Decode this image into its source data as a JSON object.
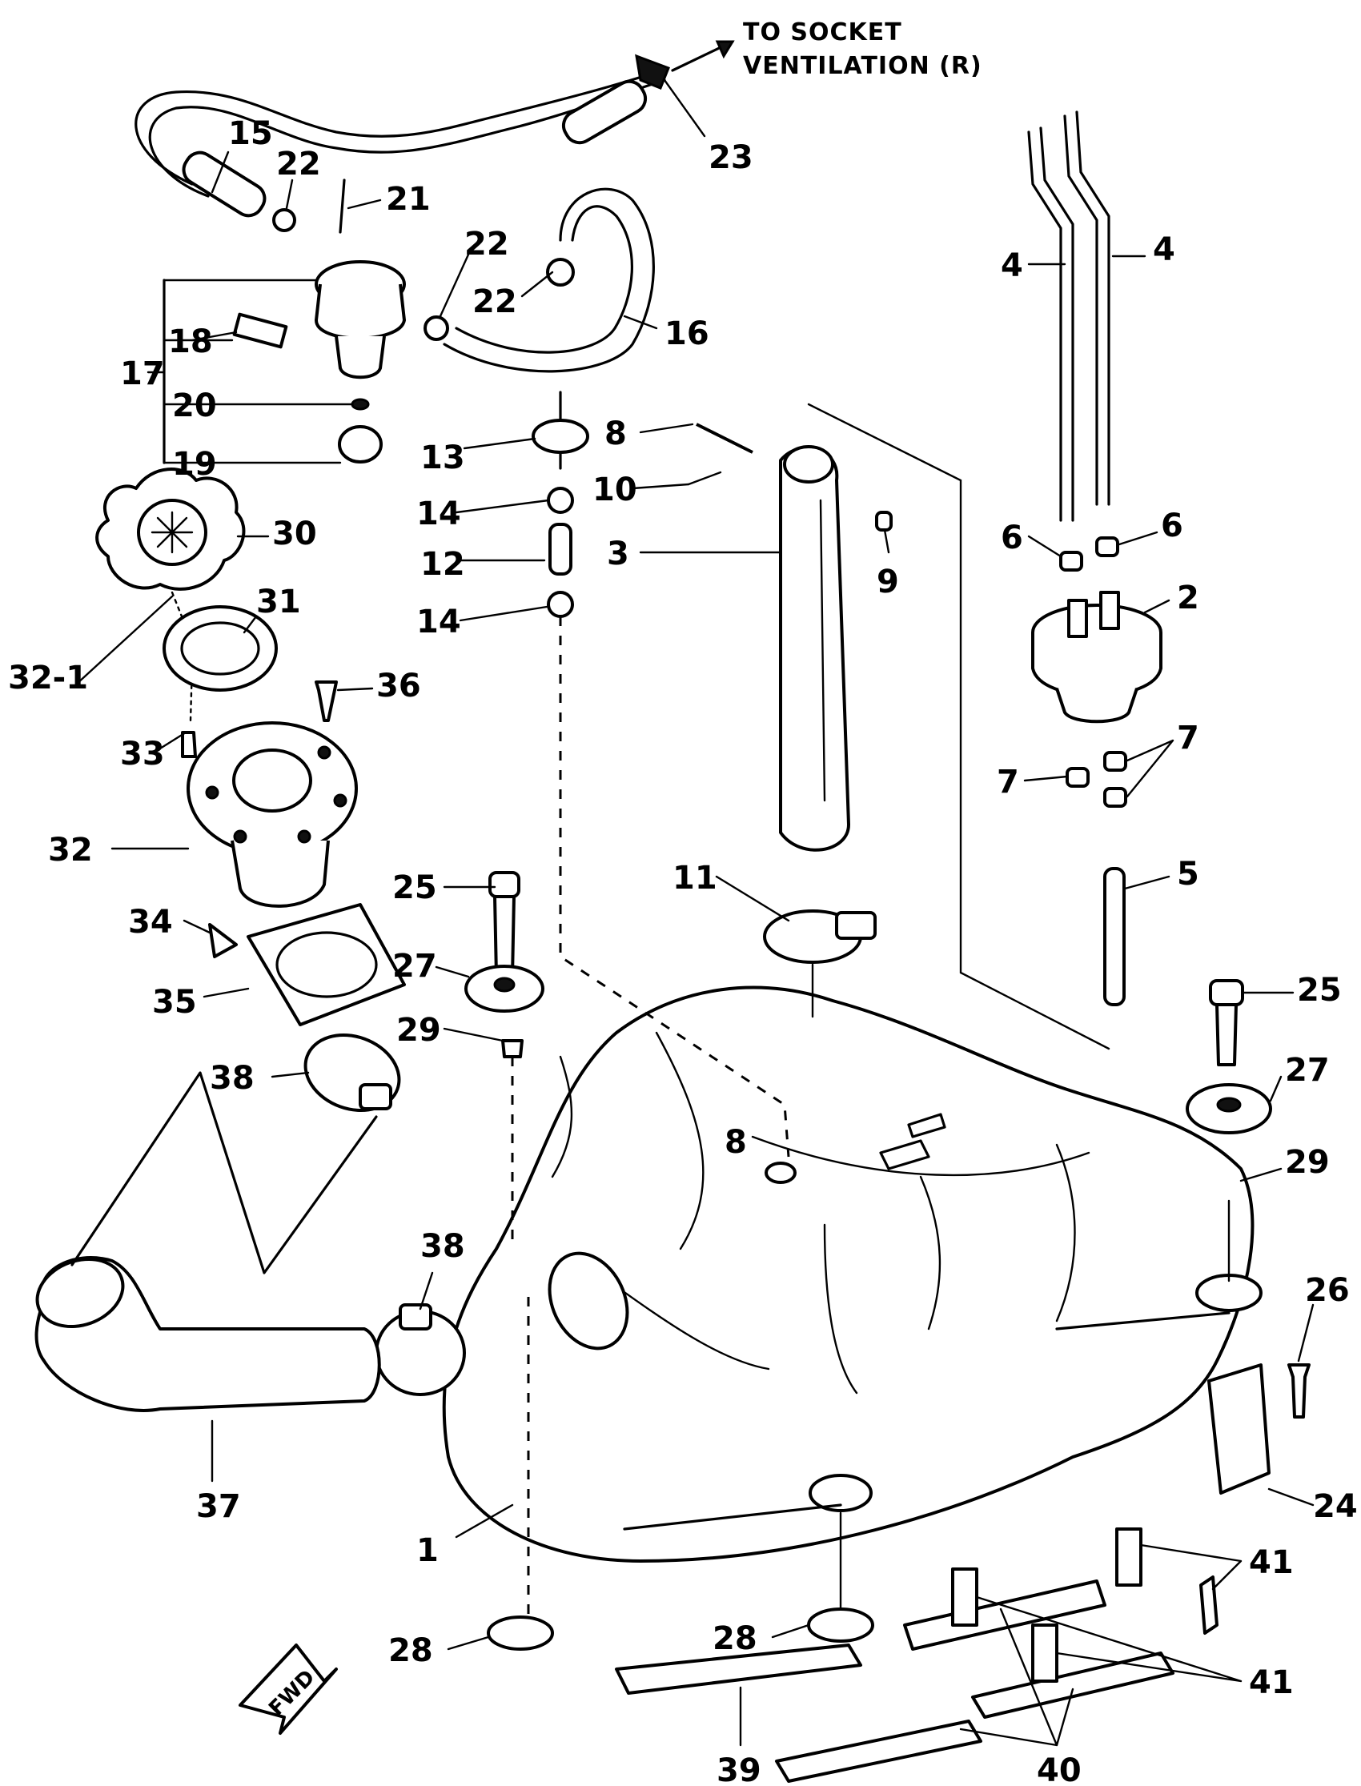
{
  "note": {
    "line1": "TO SOCKET",
    "line2": "VENTILATION (R)"
  },
  "fwd_badge": "FWD",
  "callouts": [
    {
      "id": "c1",
      "text": "1"
    },
    {
      "id": "c2",
      "text": "2"
    },
    {
      "id": "c3",
      "text": "3"
    },
    {
      "id": "c4a",
      "text": "4"
    },
    {
      "id": "c4b",
      "text": "4"
    },
    {
      "id": "c5",
      "text": "5"
    },
    {
      "id": "c6a",
      "text": "6"
    },
    {
      "id": "c6b",
      "text": "6"
    },
    {
      "id": "c7a",
      "text": "7"
    },
    {
      "id": "c7b",
      "text": "7"
    },
    {
      "id": "c8",
      "text": "8"
    },
    {
      "id": "c8b",
      "text": "8"
    },
    {
      "id": "c9",
      "text": "9"
    },
    {
      "id": "c10",
      "text": "10"
    },
    {
      "id": "c11",
      "text": "11"
    },
    {
      "id": "c12",
      "text": "12"
    },
    {
      "id": "c13",
      "text": "13"
    },
    {
      "id": "c14a",
      "text": "14"
    },
    {
      "id": "c14b",
      "text": "14"
    },
    {
      "id": "c15",
      "text": "15"
    },
    {
      "id": "c16",
      "text": "16"
    },
    {
      "id": "c17",
      "text": "17"
    },
    {
      "id": "c18",
      "text": "18"
    },
    {
      "id": "c19",
      "text": "19"
    },
    {
      "id": "c20",
      "text": "20"
    },
    {
      "id": "c21",
      "text": "21"
    },
    {
      "id": "c22a",
      "text": "22"
    },
    {
      "id": "c22b",
      "text": "22"
    },
    {
      "id": "c22c",
      "text": "22"
    },
    {
      "id": "c23",
      "text": "23"
    },
    {
      "id": "c24",
      "text": "24"
    },
    {
      "id": "c25a",
      "text": "25"
    },
    {
      "id": "c25b",
      "text": "25"
    },
    {
      "id": "c26",
      "text": "26"
    },
    {
      "id": "c27a",
      "text": "27"
    },
    {
      "id": "c27b",
      "text": "27"
    },
    {
      "id": "c28a",
      "text": "28"
    },
    {
      "id": "c28b",
      "text": "28"
    },
    {
      "id": "c29a",
      "text": "29"
    },
    {
      "id": "c29b",
      "text": "29"
    },
    {
      "id": "c30",
      "text": "30"
    },
    {
      "id": "c31",
      "text": "31"
    },
    {
      "id": "c32",
      "text": "32"
    },
    {
      "id": "c32-1",
      "text": "32-1"
    },
    {
      "id": "c33",
      "text": "33"
    },
    {
      "id": "c34",
      "text": "34"
    },
    {
      "id": "c35",
      "text": "35"
    },
    {
      "id": "c36",
      "text": "36"
    },
    {
      "id": "c37",
      "text": "37"
    },
    {
      "id": "c38a",
      "text": "38"
    },
    {
      "id": "c38b",
      "text": "38"
    },
    {
      "id": "c39",
      "text": "39"
    },
    {
      "id": "c40",
      "text": "40"
    },
    {
      "id": "c41a",
      "text": "41"
    },
    {
      "id": "c41b",
      "text": "41"
    }
  ]
}
